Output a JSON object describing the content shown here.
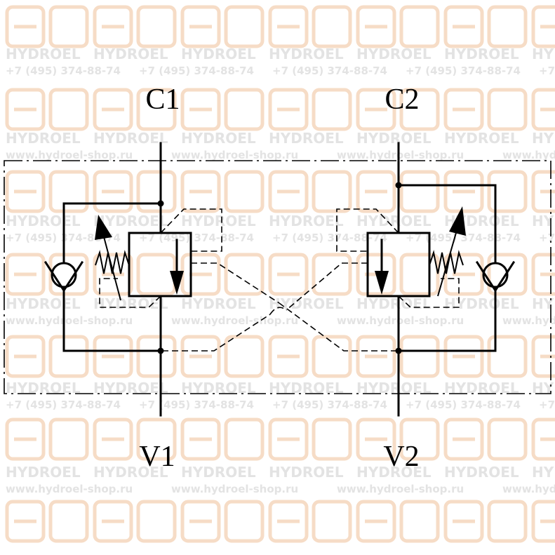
{
  "watermark": {
    "brand": "HYDROEL",
    "phone": "+7 (495) 374-88-74",
    "url": "www.hydroel-shop.ru",
    "brand_color": "#e3e3e3",
    "logo_color": "#f6dcc6"
  },
  "ports": {
    "c1": "C1",
    "c2": "C2",
    "v1": "V1",
    "v2": "V2"
  },
  "colors": {
    "line": "#000000",
    "background": "#ffffff"
  }
}
